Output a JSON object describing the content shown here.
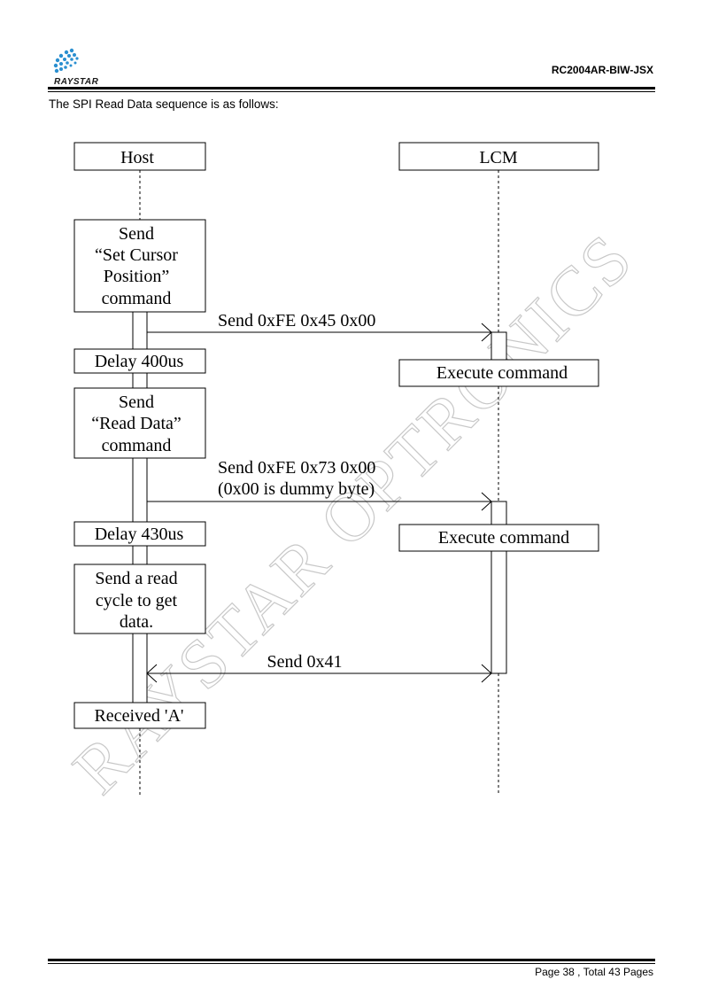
{
  "header": {
    "logo_text": "RAYSTAR",
    "doc_code": "RC2004AR-BIW-JSX"
  },
  "intro_text": "The SPI Read Data sequence is as follows:",
  "watermark": "RAYSTAR OPTRONICS",
  "lanes": {
    "host": "Host",
    "lcm": "LCM"
  },
  "host_steps": {
    "set_cursor": [
      "Send",
      "“Set Cursor",
      "Position”",
      "command"
    ],
    "delay1": "Delay 400us",
    "read_data": [
      "Send",
      "“Read Data”",
      "command"
    ],
    "delay2": "Delay 430us",
    "read_cycle": [
      "Send a read",
      "cycle to get",
      "data."
    ],
    "received": "Received 'A'"
  },
  "messages": {
    "msg1": "Send 0xFE 0x45 0x00",
    "msg2_line1": "Send 0xFE 0x73 0x00",
    "msg2_line2": "(0x00 is dummy byte)",
    "msg3": "Send 0x41"
  },
  "lcm_steps": {
    "exec1": "Execute command",
    "exec2": "Execute command"
  },
  "footer": {
    "page_info": "Page 38 , Total 43 Pages"
  },
  "colors": {
    "line": "#000000",
    "watermark": "#c8c8c8",
    "logo_blue": "#2a8fd0"
  }
}
